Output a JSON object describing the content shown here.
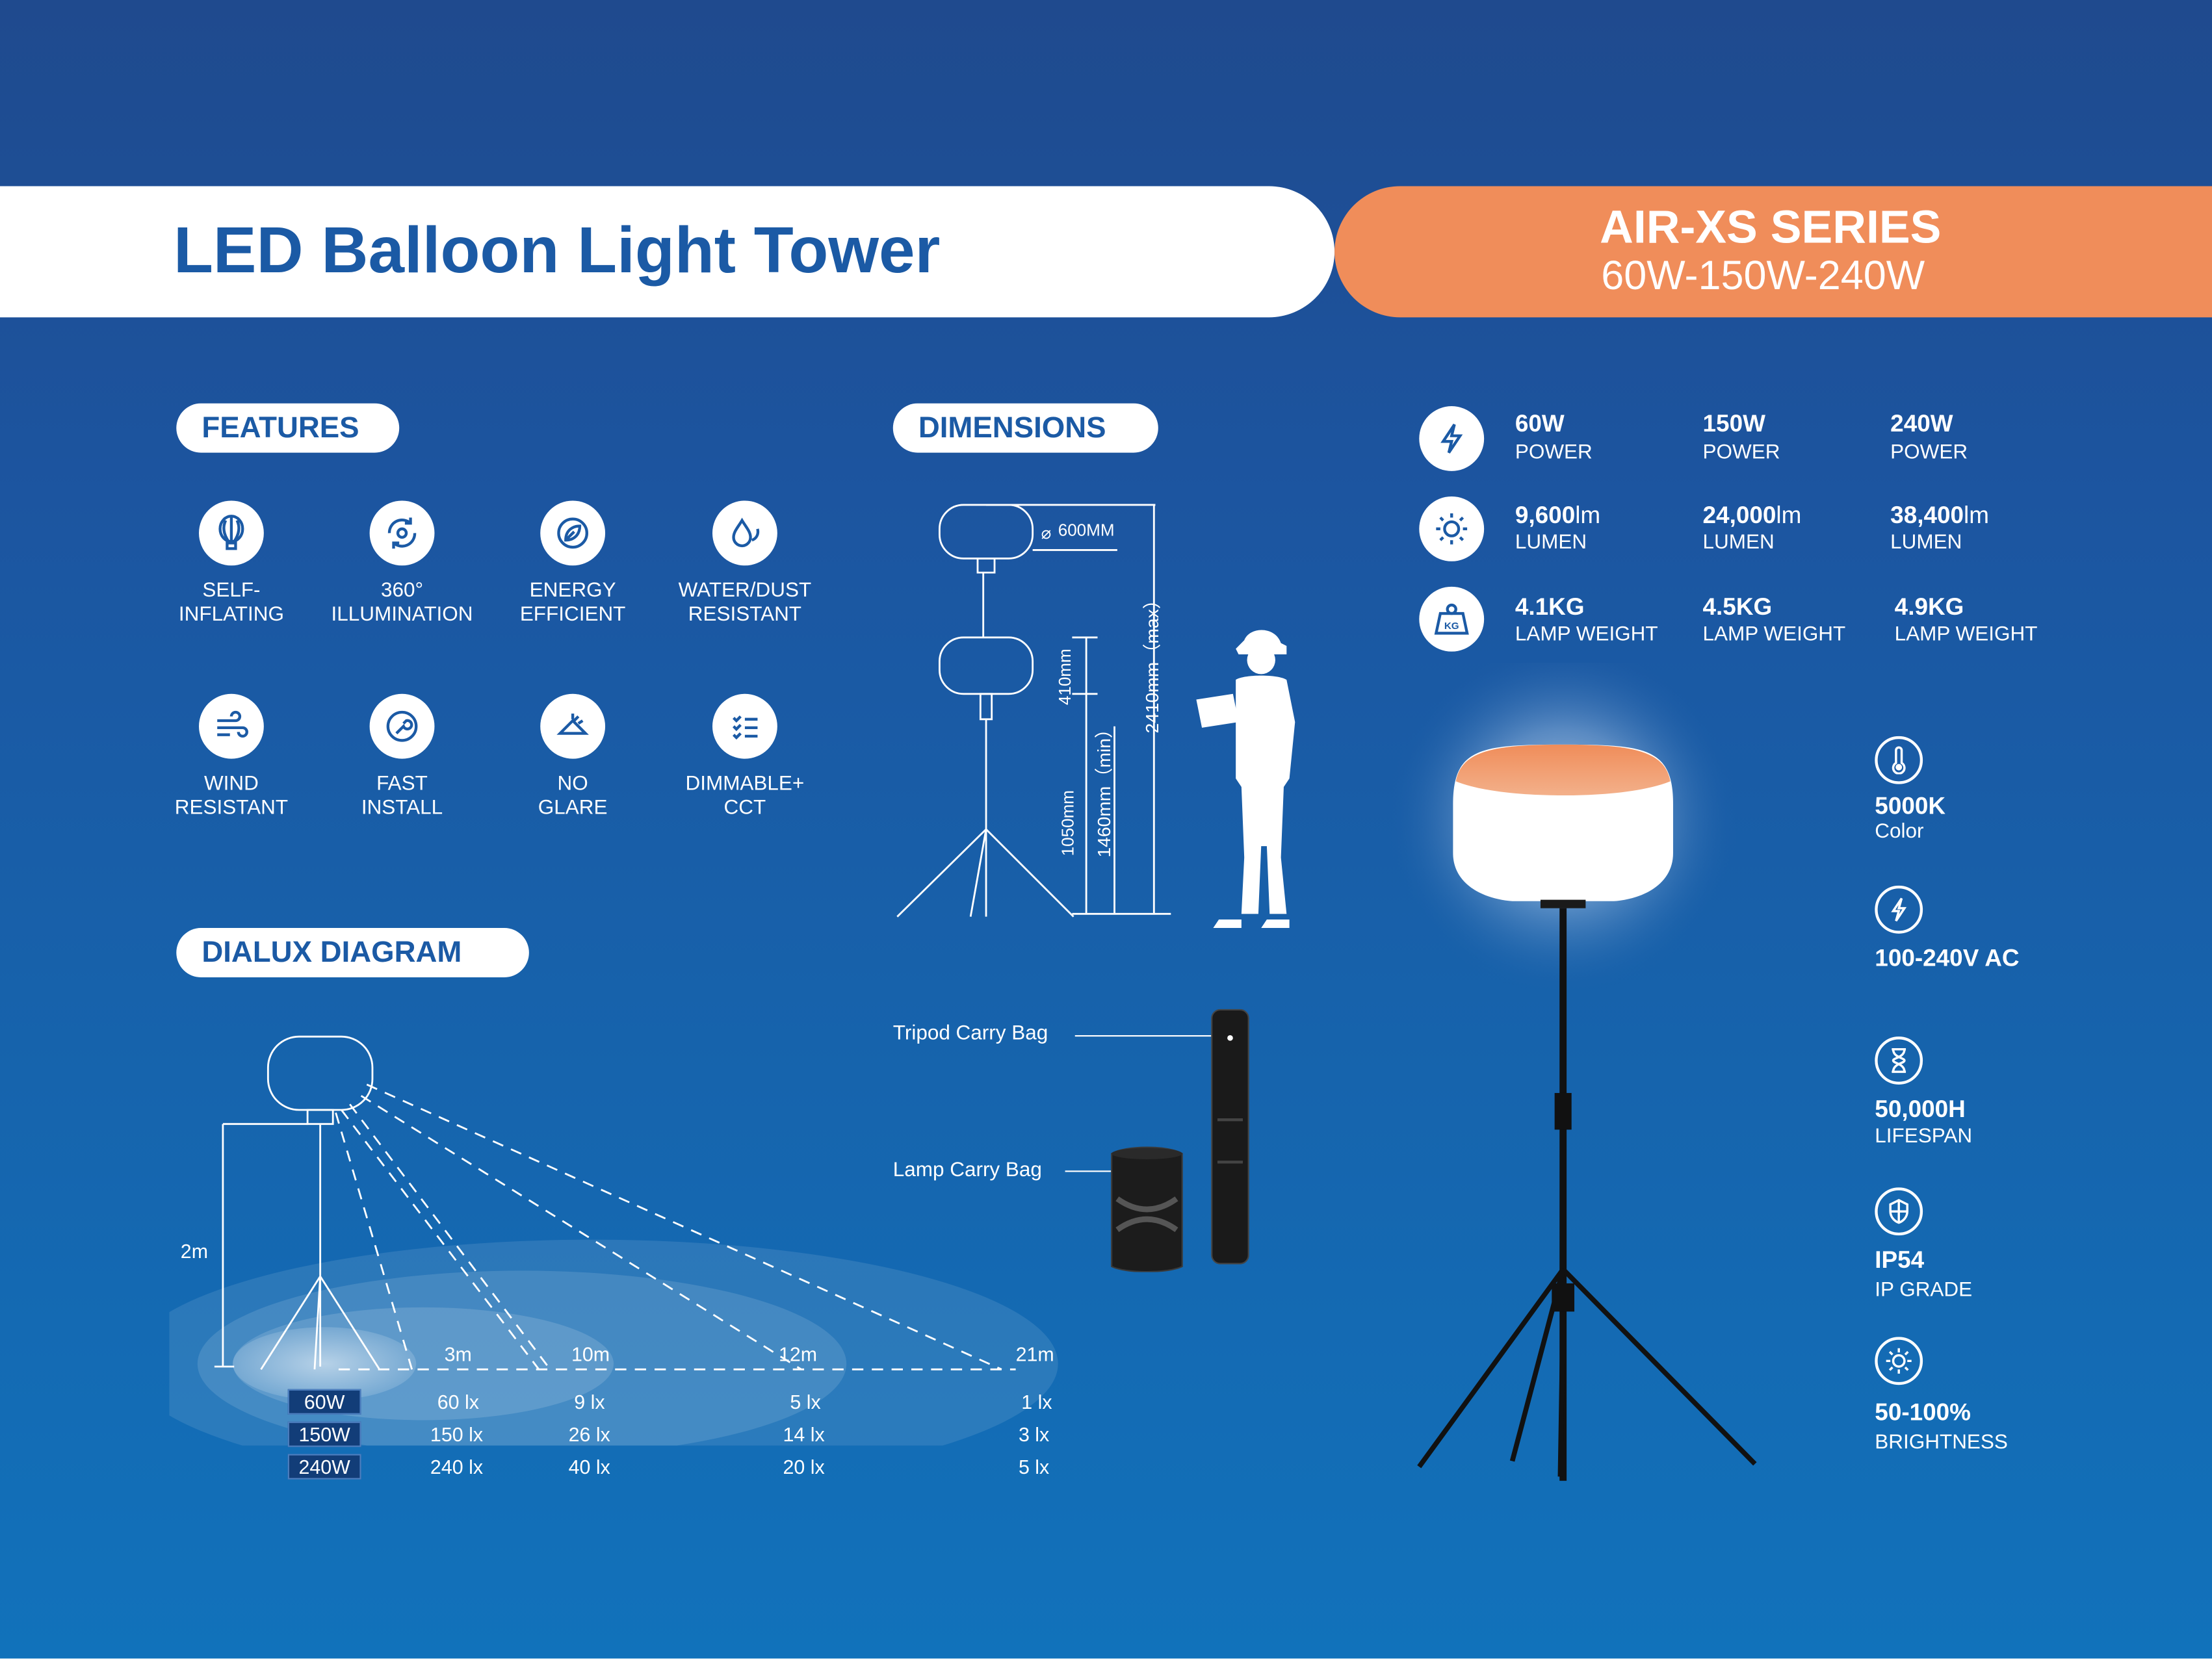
{
  "header": {
    "title": "LED Balloon Light Tower",
    "series": "AIR-XS SERIES",
    "wattages": "60W-150W-240W"
  },
  "sections": {
    "features": "FEATURES",
    "dimensions": "DIMENSIONS",
    "dialux": "DIALUX DIAGRAM"
  },
  "features": [
    {
      "label": "SELF-\nINFLATING",
      "icon": "balloon-icon"
    },
    {
      "label": "360°\nILLUMINATION",
      "icon": "rotate-360-icon"
    },
    {
      "label": "ENERGY\nEFFICIENT",
      "icon": "leaf-icon"
    },
    {
      "label": "WATER/DUST\nRESISTANT",
      "icon": "water-drop-icon"
    },
    {
      "label": "WIND\nRESISTANT",
      "icon": "wind-icon"
    },
    {
      "label": "FAST\nINSTALL",
      "icon": "wrench-icon"
    },
    {
      "label": "NO\nGLARE",
      "icon": "no-glare-icon"
    },
    {
      "label": "DIMMABLE+\nCCT",
      "icon": "list-check-icon"
    }
  ],
  "dimensions": {
    "diameter": "600MM",
    "balloon_height": "410mm",
    "base_height": "1050mm",
    "min_height": "1460mm（min）",
    "max_height": "2410mm（max）",
    "tripod_bag": "Tripod Carry Bag",
    "lamp_bag": "Lamp Carry Bag"
  },
  "specs": {
    "power": {
      "icon": "bolt-icon",
      "items": [
        {
          "value": "60W",
          "label": "POWER"
        },
        {
          "value": "150W",
          "label": "POWER"
        },
        {
          "value": "240W",
          "label": "POWER"
        }
      ]
    },
    "lumen": {
      "icon": "sun-icon",
      "items": [
        {
          "value": "9,600",
          "unit": "lm",
          "label": "LUMEN"
        },
        {
          "value": "24,000",
          "unit": "lm",
          "label": "LUMEN"
        },
        {
          "value": "38,400",
          "unit": "lm",
          "label": "LUMEN"
        }
      ]
    },
    "weight": {
      "icon": "weight-icon",
      "icon_text": "KG",
      "items": [
        {
          "value": "4.1KG",
          "label": "LAMP WEIGHT"
        },
        {
          "value": "4.5KG",
          "label": "LAMP WEIGHT"
        },
        {
          "value": "4.9KG",
          "label": "LAMP WEIGHT"
        }
      ]
    }
  },
  "right_specs": [
    {
      "icon": "thermometer-icon",
      "value": "5000K",
      "label": "Color"
    },
    {
      "icon": "bolt-icon",
      "value": "100-240V AC",
      "label": ""
    },
    {
      "icon": "hourglass-icon",
      "value": "50,000H",
      "label": "LIFESPAN"
    },
    {
      "icon": "shield-icon",
      "value": "IP54",
      "label": "IP GRADE"
    },
    {
      "icon": "brightness-icon",
      "value": "50-100%",
      "label": "BRIGHTNESS"
    }
  ],
  "dialux": {
    "height": "2m",
    "distances": [
      "3m",
      "10m",
      "12m",
      "21m"
    ],
    "rows": [
      {
        "wattage": "60W",
        "lux": [
          "60 lx",
          "9 lx",
          "5 lx",
          "1 lx"
        ]
      },
      {
        "wattage": "150W",
        "lux": [
          "150 lx",
          "26 lx",
          "14 lx",
          "3 lx"
        ]
      },
      {
        "wattage": "240W",
        "lux": [
          "240 lx",
          "40 lx",
          "20 lx",
          "5 lx"
        ]
      }
    ]
  },
  "colors": {
    "brand_blue": "#1b5aa5",
    "accent_orange": "#f08d5a",
    "white": "#ffffff"
  }
}
